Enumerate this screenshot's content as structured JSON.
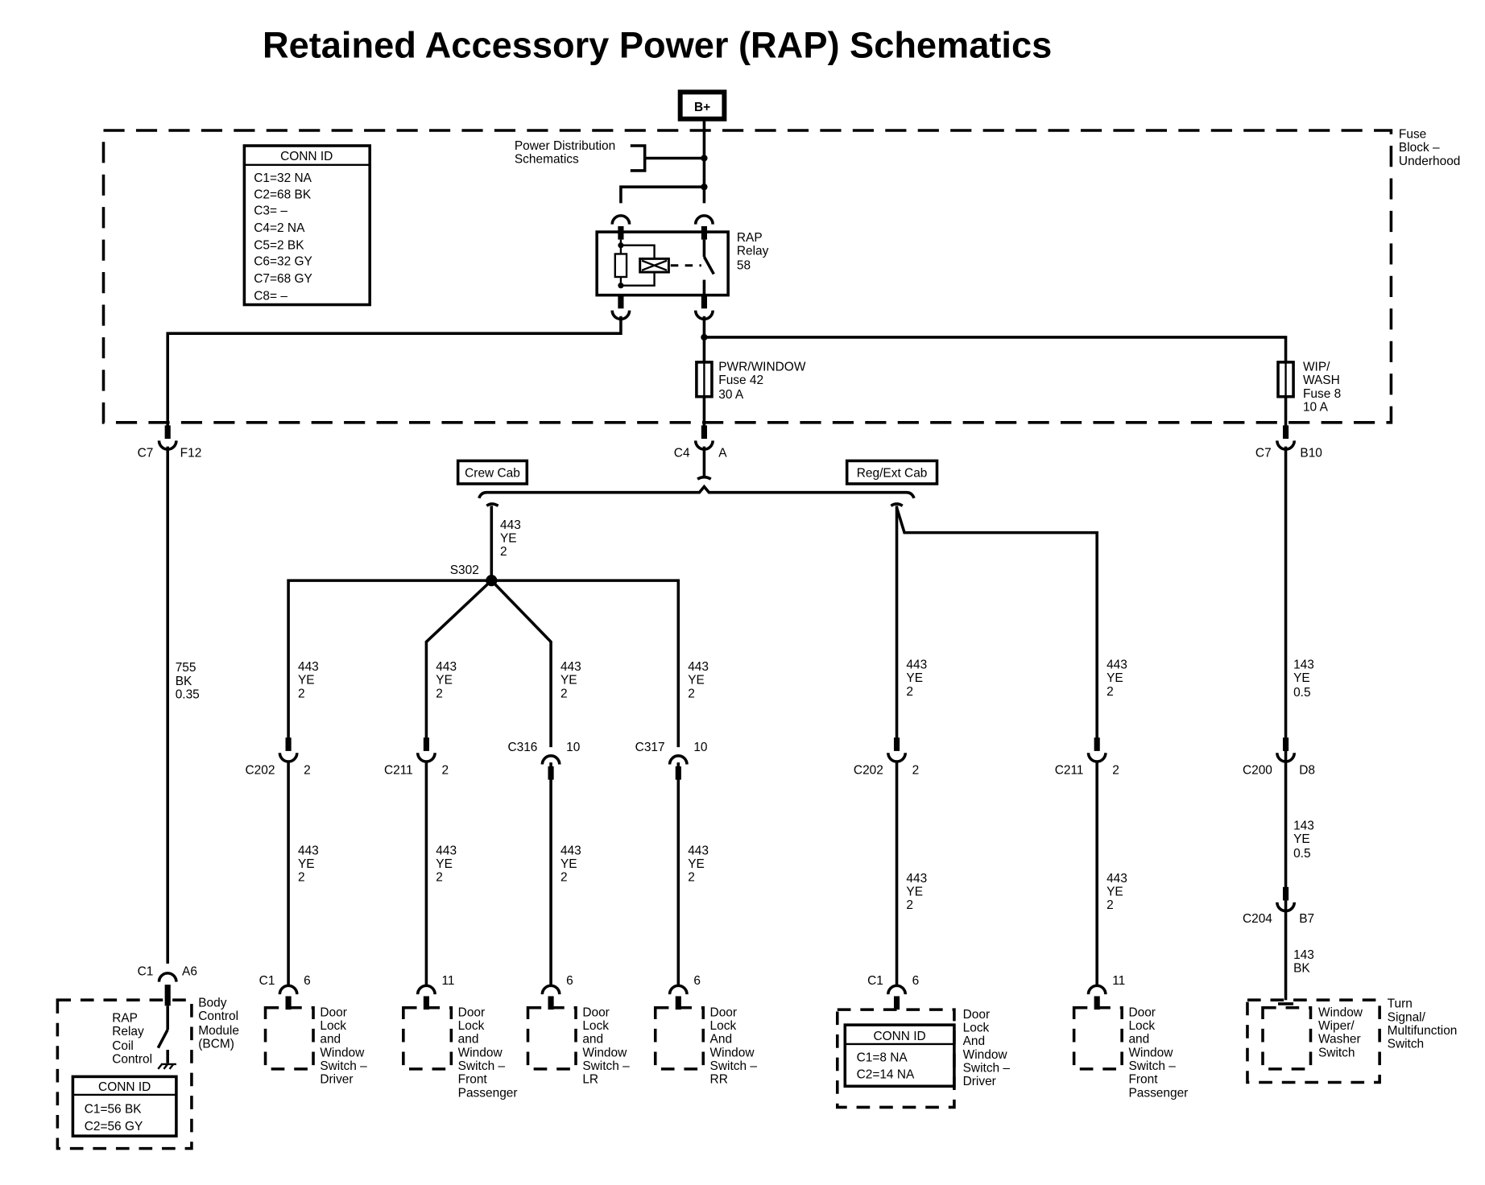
{
  "title": "Retained Accessory Power (RAP) Schematics",
  "power_source": "B+",
  "fuse_block": {
    "label_lines": [
      "Fuse",
      "Block –",
      "Underhood"
    ],
    "conn_id": {
      "header": "CONN ID",
      "rows": [
        "C1=32 NA",
        "C2=68 BK",
        "C3= –",
        "C4=2 NA",
        "C5=2 BK",
        "C6=32 GY",
        "C7=68 GY",
        "C8= –"
      ]
    },
    "power_distribution_ref": [
      "Power Distribution",
      "Schematics"
    ],
    "relay": {
      "lines": [
        "RAP",
        "Relay",
        "58"
      ]
    },
    "fuse_pwr_window": {
      "lines": [
        "PWR/WINDOW",
        "Fuse 42",
        "30 A"
      ]
    },
    "fuse_wip_wash": {
      "lines": [
        "WIP/",
        "WASH",
        "Fuse 8",
        "10 A"
      ]
    }
  },
  "connectors": {
    "c7_f12": {
      "conn": "C7",
      "pin": "F12"
    },
    "c4_a": {
      "conn": "C4",
      "pin": "A"
    },
    "c7_b10": {
      "conn": "C7",
      "pin": "B10"
    },
    "splice": "S302",
    "crew_cab_label": "Crew Cab",
    "reg_ext_cab_label": "Reg/Ext Cab"
  },
  "wires": {
    "w755": [
      "755",
      "BK",
      "0.35"
    ],
    "w443": [
      "443",
      "YE",
      "2"
    ],
    "w143": [
      "143",
      "YE",
      "0.5"
    ],
    "w143bk": [
      "143",
      "BK"
    ]
  },
  "branches": [
    {
      "id": "crew-driver",
      "conn_top": "C202",
      "pin_top": "2",
      "conn_bottom": "C1",
      "pin_bottom": "6",
      "label_lines": [
        "Door",
        "Lock",
        "and",
        "Window",
        "Switch –",
        "Driver"
      ]
    },
    {
      "id": "crew-front-pass",
      "conn_top": "C211",
      "pin_top": "2",
      "conn_bottom": "",
      "pin_bottom": "11",
      "label_lines": [
        "Door",
        "Lock",
        "and",
        "Window",
        "Switch –",
        "Front",
        "Passenger"
      ]
    },
    {
      "id": "crew-lr",
      "conn_top": "C316",
      "pin_top": "10",
      "conn_bottom": "",
      "pin_bottom": "6",
      "label_lines": [
        "Door",
        "Lock",
        "and",
        "Window",
        "Switch –",
        "LR"
      ]
    },
    {
      "id": "crew-rr",
      "conn_top": "C317",
      "pin_top": "10",
      "conn_bottom": "",
      "pin_bottom": "6",
      "label_lines": [
        "Door",
        "Lock",
        "And",
        "Window",
        "Switch –",
        "RR"
      ]
    },
    {
      "id": "reg-driver",
      "conn_top": "C202",
      "pin_top": "2",
      "conn_bottom": "C1",
      "pin_bottom": "6",
      "label_lines": [
        "Door",
        "Lock",
        "And",
        "Window",
        "Switch –",
        "Driver"
      ],
      "conn_id": {
        "header": "CONN ID",
        "rows": [
          "C1=8 NA",
          "C2=14 NA"
        ]
      }
    },
    {
      "id": "reg-front-pass",
      "conn_top": "C211",
      "pin_top": "2",
      "conn_bottom": "",
      "pin_bottom": "11",
      "label_lines": [
        "Door",
        "Lock",
        "and",
        "Window",
        "Switch –",
        "Front",
        "Passenger"
      ]
    }
  ],
  "bcm": {
    "conn": "C1",
    "pin": "A6",
    "label_lines": [
      "Body",
      "Control",
      "Module",
      "(BCM)"
    ],
    "inner_lines": [
      "RAP",
      "Relay",
      "Coil",
      "Control"
    ],
    "conn_id": {
      "header": "CONN ID",
      "rows": [
        "C1=56 BK",
        "C2=56 GY"
      ]
    }
  },
  "wiper_path": {
    "c200": {
      "conn": "C200",
      "pin": "D8"
    },
    "c204": {
      "conn": "C204",
      "pin": "B7"
    },
    "inner_lines": [
      "Window",
      "Wiper/",
      "Washer",
      "Switch"
    ],
    "outer_lines": [
      "Turn",
      "Signal/",
      "Multifunction",
      "Switch"
    ]
  }
}
